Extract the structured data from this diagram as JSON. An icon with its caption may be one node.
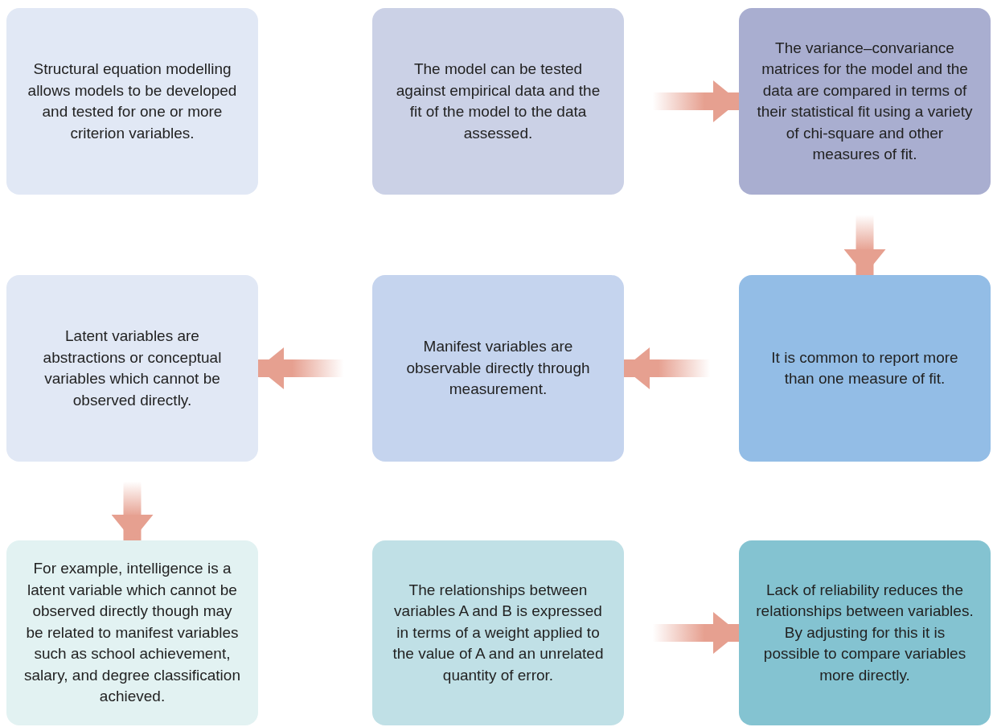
{
  "diagram": {
    "nodes": [
      {
        "text": [
          "Structural equation modelling allows models to be developed and tested for one or more criterion variables."
        ]
      },
      {
        "text": [
          "The model can be tested against empirical data and the fit of the model to the data assessed."
        ]
      },
      {
        "text": [
          "The variance–convariance matrices for the model and the data are compared in terms of their statistical fit using a variety of chi-square and other measures of fit."
        ]
      },
      {
        "text": [
          "Latent variables are abstractions or conceptual variables which cannot be observed directly."
        ]
      },
      {
        "text": [
          "Manifest variables are observable directly through measurement."
        ]
      },
      {
        "text": [
          "It is common to report more than one measure of fit."
        ]
      },
      {
        "text": [
          "For example, intelligence is a latent variable which cannot be observed directly though may be related to manifest variables such as school achievement, salary, and degree classification achieved."
        ]
      },
      {
        "text": [
          "The relationships between variables A and B is expressed in terms of a weight applied to the value of A and an unrelated quantity of error."
        ]
      },
      {
        "text": [
          "Lack of reliability reduces the relationships between variables. By adjusting for this it is possible to compare variables more directly."
        ]
      }
    ],
    "edges": [
      {
        "from": 1,
        "to": 2,
        "arrow": "to"
      },
      {
        "from": 2,
        "to": 5,
        "arrow": "to"
      },
      {
        "from": 5,
        "to": 4,
        "arrow": "to"
      },
      {
        "from": 4,
        "to": 3,
        "arrow": "to"
      },
      {
        "from": 3,
        "to": 6,
        "arrow": "to"
      },
      {
        "from": 7,
        "to": 8,
        "arrow": "to"
      }
    ]
  }
}
